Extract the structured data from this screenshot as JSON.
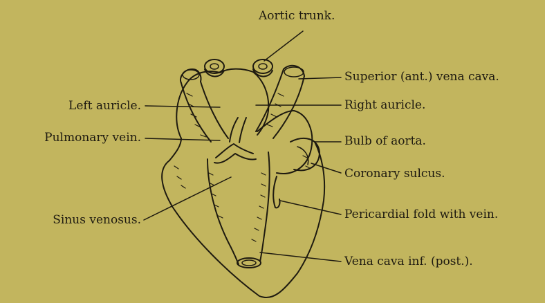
{
  "figure": {
    "background": "#c2b55e",
    "ink": "#1e1a10",
    "labels": {
      "aortic_trunk": "Aortic trunk.",
      "superior_vena_cava": "Superior (ant.) vena cava.",
      "left_auricle": "Left auricle.",
      "right_auricle": "Right auricle.",
      "pulmonary_vein": "Pulmonary vein.",
      "bulb_of_aorta": "Bulb of aorta.",
      "coronary_sulcus": "Coronary sulcus.",
      "sinus_venosus": "Sinus venosus.",
      "pericardial_fold": "Pericardial fold with vein.",
      "vena_cava_inf": "Vena cava inf. (post.)."
    }
  }
}
